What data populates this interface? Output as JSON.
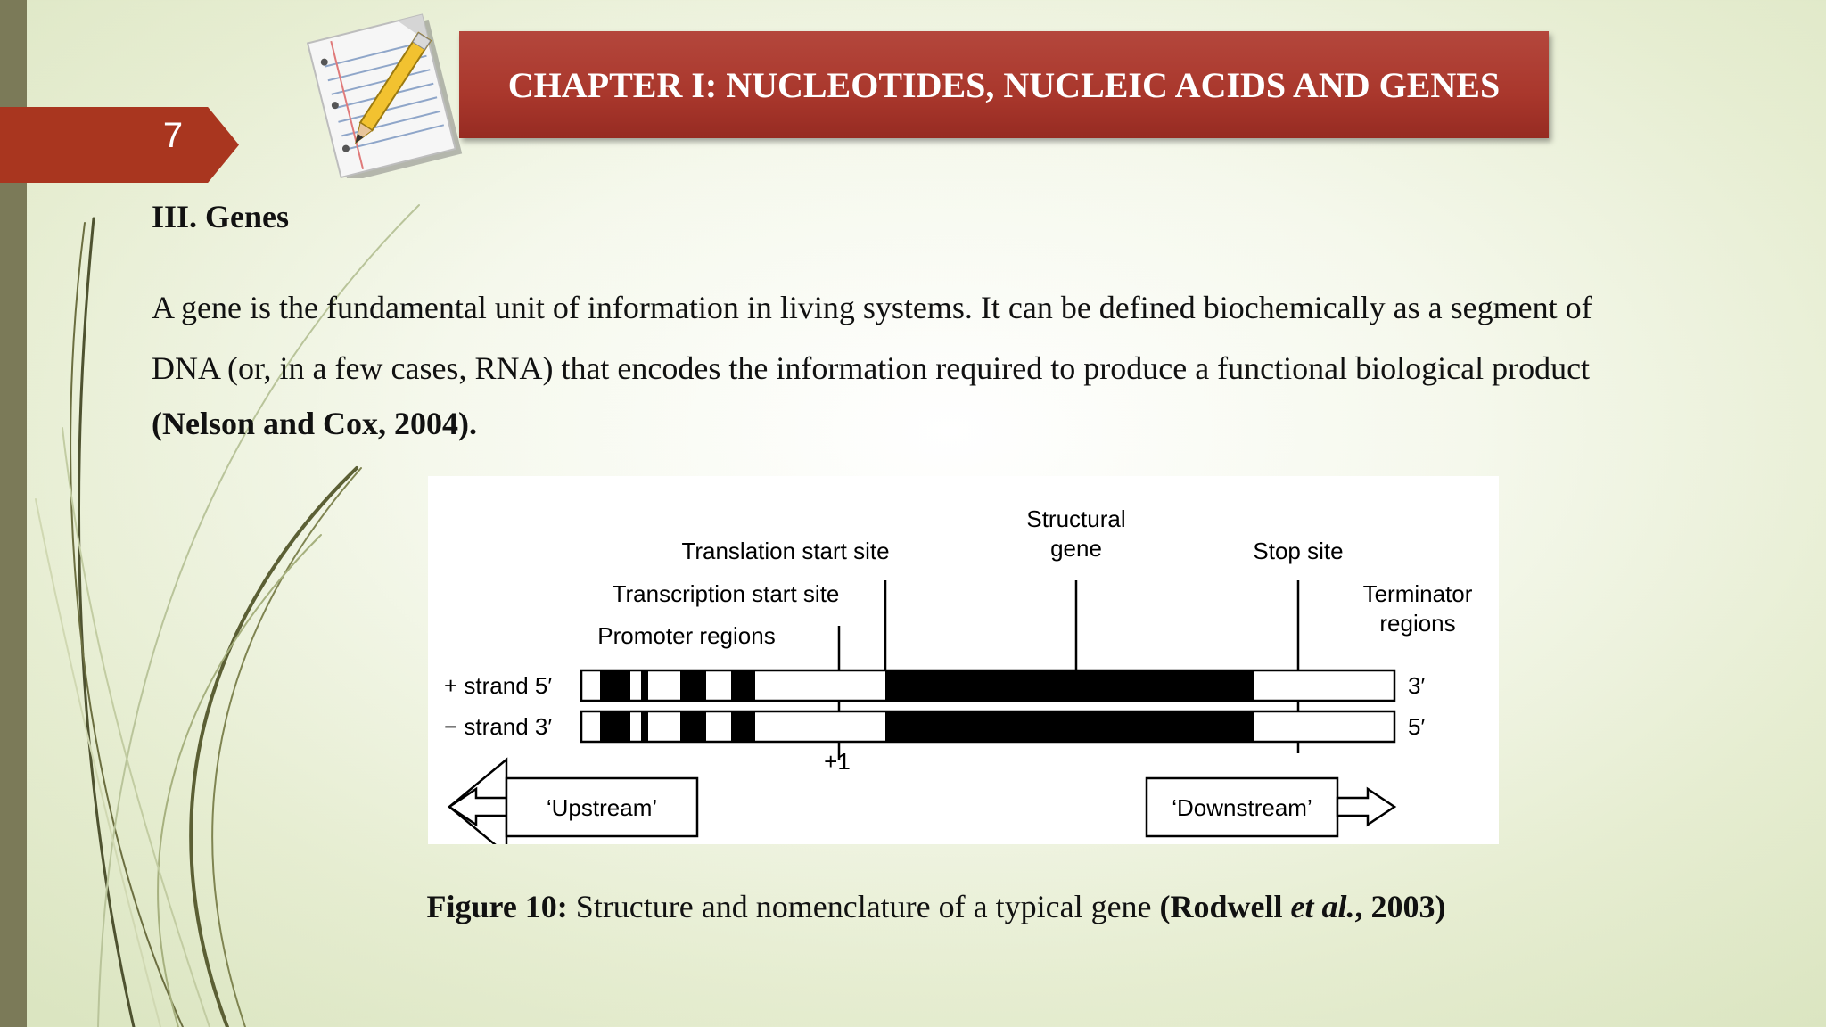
{
  "header": {
    "title": "CHAPTER I: NUCLEOTIDES, NUCLEIC ACIDS AND GENES",
    "slide_number": "7"
  },
  "section": {
    "heading": "III. Genes"
  },
  "paragraph": {
    "line1": "A gene is the fundamental unit of information in living systems. It can be defined biochemically as a segment of",
    "line2": "DNA (or, in a few cases, RNA) that encodes the information required to produce a functional biological product",
    "citation": "(Nelson and Cox, 2004)."
  },
  "figure": {
    "labels": {
      "structural_gene_line1": "Structural",
      "structural_gene_line2": "gene",
      "translation_start": "Translation start site",
      "stop_site": "Stop site",
      "transcription_start": "Transcription start site",
      "terminator_line1": "Terminator",
      "terminator_line2": "regions",
      "promoter": "Promoter regions",
      "plus_strand": "+ strand 5′",
      "minus_strand": "− strand 3′",
      "end_3prime": "3′",
      "end_5prime": "5′",
      "plus_one": "+1",
      "upstream": "‘Upstream’",
      "downstream": "‘Downstream’"
    }
  },
  "caption": {
    "label": "Figure 10:",
    "text": " Structure and nomenclature of a typical gene ",
    "cite_open": "(Rodwell ",
    "cite_etal": "et al.",
    "cite_close": ", 2003)"
  },
  "colors": {
    "banner": "#a9372c",
    "slide_tab": "#a9361f",
    "left_bar": "#7b7a58"
  }
}
